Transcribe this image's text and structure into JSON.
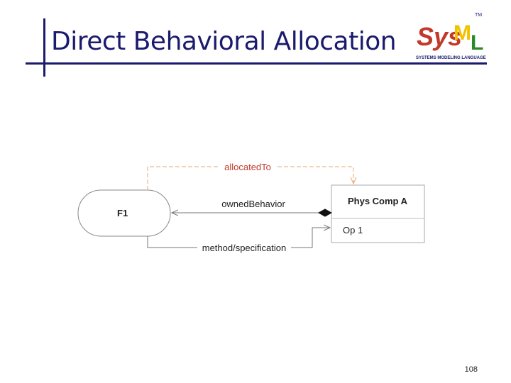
{
  "slide": {
    "title": "Direct Behavioral Allocation",
    "page_number": "108"
  },
  "logo": {
    "text_sys": "Sys",
    "text_m": "M",
    "text_l": "L",
    "trademark": "TM",
    "tagline": "SYSTEMS MODELING LANGUAGE",
    "colors": {
      "sys": "#c0392b",
      "m": "#f2c200",
      "l": "#2a8a2a",
      "tagline": "#1a1a6e"
    }
  },
  "diagram": {
    "activity": {
      "label": "F1"
    },
    "block": {
      "name": "Phys Comp A",
      "operation": "Op 1"
    },
    "relations": {
      "allocated_to": "allocatedTo",
      "owned_behavior": "ownedBehavior",
      "method_specification": "method/specification"
    },
    "colors": {
      "allocation": "#e8a870",
      "line": "#777777",
      "text": "#222222"
    }
  }
}
